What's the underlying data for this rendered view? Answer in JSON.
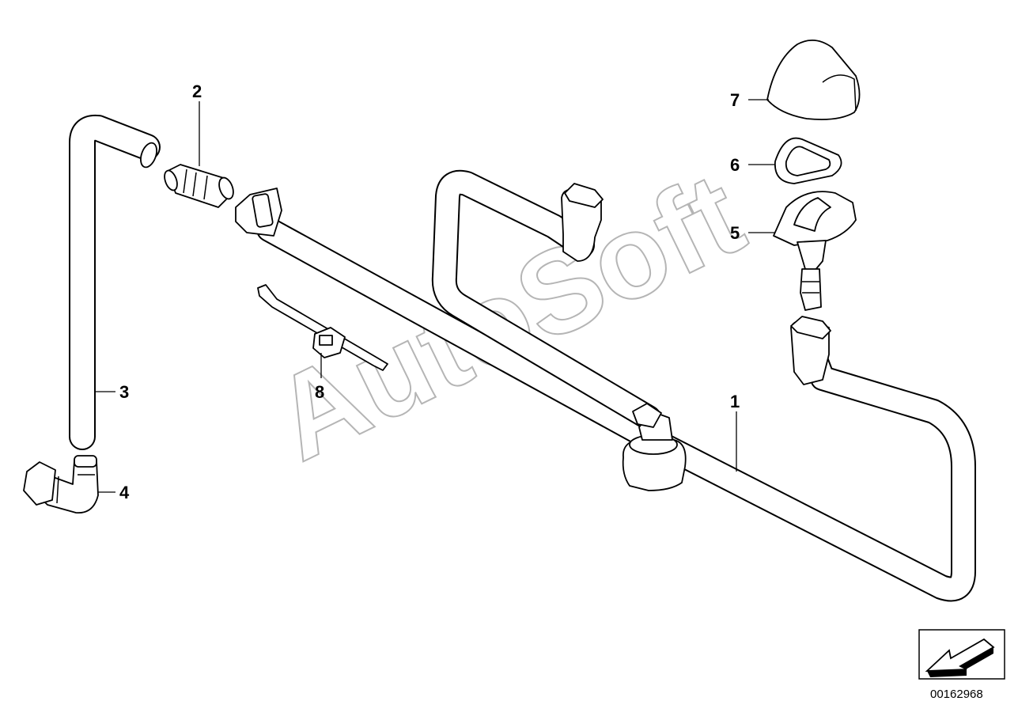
{
  "diagram": {
    "watermark": "AutoSoft",
    "document_number": "00162968",
    "callouts": [
      {
        "id": "1",
        "label": "1"
      },
      {
        "id": "2",
        "label": "2"
      },
      {
        "id": "3",
        "label": "3"
      },
      {
        "id": "4",
        "label": "4"
      },
      {
        "id": "5",
        "label": "5"
      },
      {
        "id": "6",
        "label": "6"
      },
      {
        "id": "7",
        "label": "7"
      },
      {
        "id": "8",
        "label": "8"
      }
    ],
    "orientation_icon": "arrow-down-left-icon"
  }
}
